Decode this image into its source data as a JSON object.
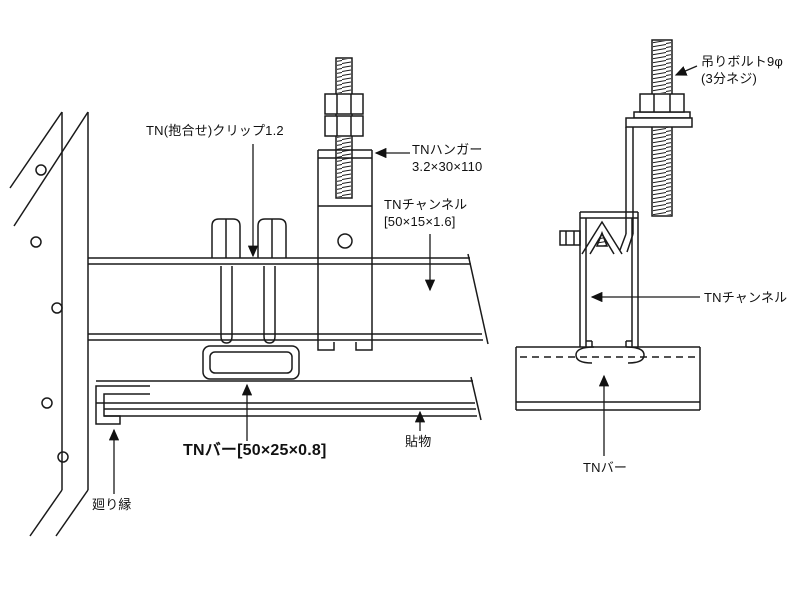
{
  "diagram": {
    "background": "#ffffff",
    "line_color": "#1a1a1a",
    "labels": {
      "clip": "TN(抱合せ)クリップ1.2",
      "hanger_line1": "TNハンガー",
      "hanger_line2": "3.2×30×110",
      "channel_left_line1": "TNチャンネル",
      "channel_left_line2": "[50×15×1.6]",
      "tn_bar_left": "TNバー[50×25×0.8]",
      "board": "貼物",
      "molding": "廻り縁",
      "bolt_line1": "吊りボルト9φ",
      "bolt_line2": "(3分ネジ)",
      "channel_right": "TNチャンネル",
      "tn_bar_right": "TNバー"
    }
  }
}
